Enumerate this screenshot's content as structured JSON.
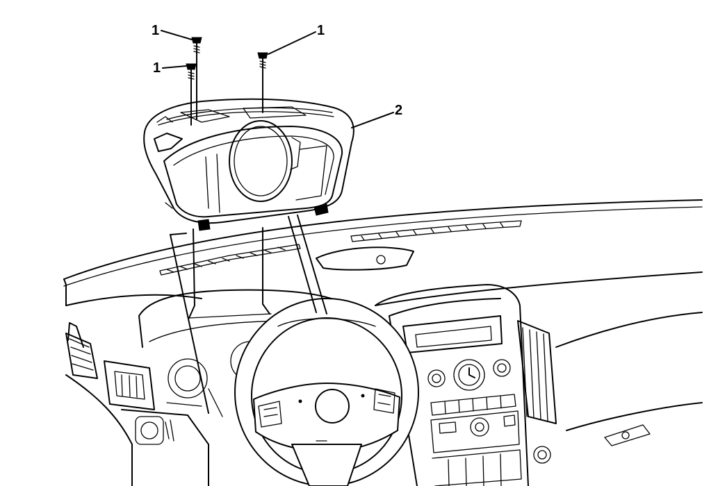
{
  "callouts": {
    "screw_a": "1",
    "screw_b": "1",
    "screw_c": "1",
    "cluster_trim_bezel": "2"
  }
}
